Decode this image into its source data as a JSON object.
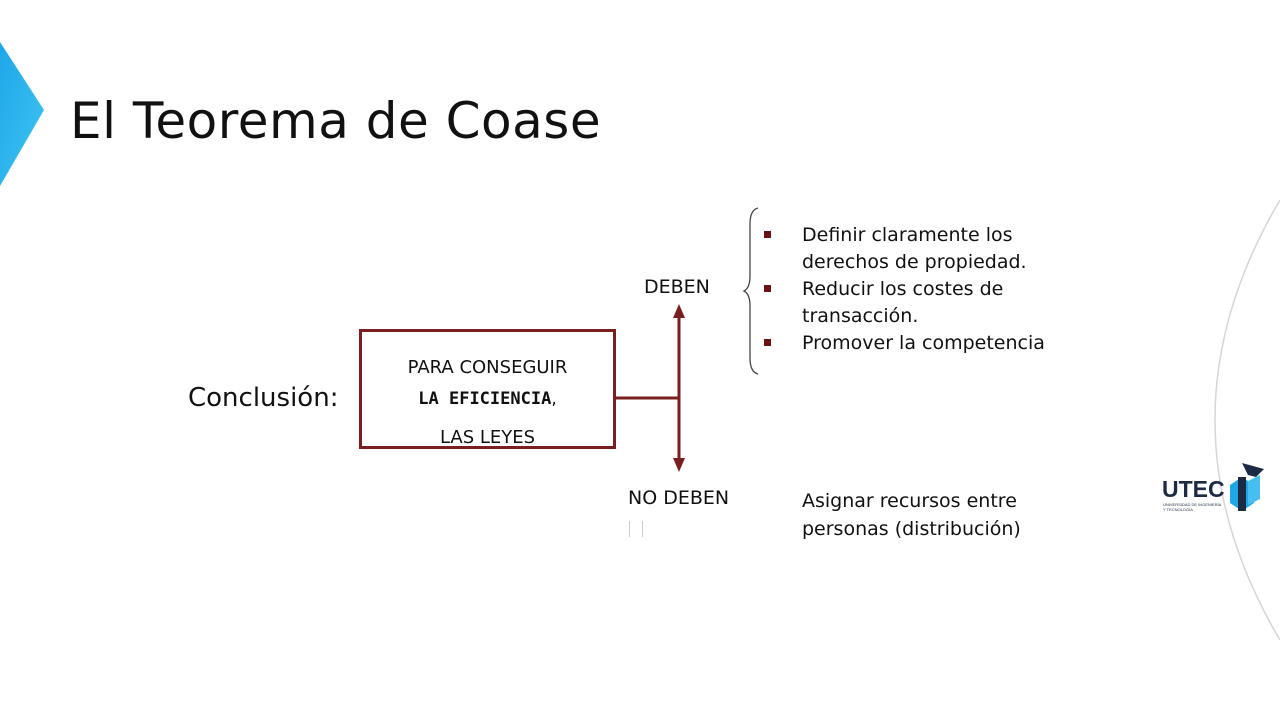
{
  "slide": {
    "title": "El Teorema de Coase",
    "conclusion_label": "Conclusión:",
    "box": {
      "line1": "PARA CONSEGUIR",
      "line2_bold": "LA EFICIENCIA",
      "line2_rest": ",",
      "line3": "LAS LEYES"
    },
    "deben_label": "DEBEN",
    "no_deben_label": "NO DEBEN",
    "deben_items": [
      "Definir claramente los derechos de propiedad.",
      "Reducir los costes de transacción.",
      "Promover la competencia"
    ],
    "no_deben_text_line1": "Asignar recursos entre",
    "no_deben_text_line2": "personas (distribución)"
  },
  "logo": {
    "name": "UTEC",
    "subtitle_line1": "UNIVERSIDAD DE INGENIERÍA",
    "subtitle_line2": "Y TECNOLOGÍA"
  },
  "colors": {
    "accent_blue": "#1ea7e8",
    "arrow_red": "#7a1f1f",
    "bullet": "#6b1313",
    "logo_dark": "#1c2a44",
    "logo_blue": "#1ea7e8"
  }
}
